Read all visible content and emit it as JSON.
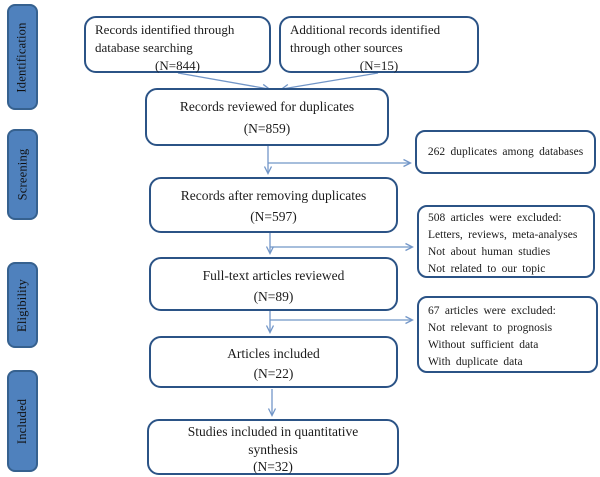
{
  "stages": {
    "identification": "Identification",
    "screening": "Screening",
    "eligibility": "Eligibility",
    "included": "Included"
  },
  "flow": {
    "box_db_search": {
      "l1": "Records identified through",
      "l2": "database searching",
      "n": "(N=844)"
    },
    "box_other_src": {
      "l1": "Additional records identified",
      "l2": "through other sources",
      "n": "(N=15)"
    },
    "box_reviewed": {
      "l1": "Records reviewed for duplicates",
      "n": "(N=859)"
    },
    "box_after_dup": {
      "l1": "Records after removing duplicates",
      "n": "(N=597)"
    },
    "box_fulltext": {
      "l1": "Full-text articles reviewed",
      "n": "(N=89)"
    },
    "box_included": {
      "l1": "Articles included",
      "n": "(N=22)"
    },
    "box_synthesis": {
      "l1": "Studies included in quantitative",
      "l2": "synthesis",
      "n": "(N=32)"
    }
  },
  "side": {
    "duplicates": {
      "l1": "262 duplicates among databases"
    },
    "excluded_508": {
      "l1": "508 articles were excluded:",
      "l2": "Letters, reviews, meta-analyses",
      "l3": "Not about human studies",
      "l4": "Not related to our topic"
    },
    "excluded_67": {
      "l1": "67 articles were excluded:",
      "l2": "Not relevant to prognosis",
      "l3": "Without sufficient data",
      "l4": "With duplicate data"
    }
  },
  "colors": {
    "stage_fill": "#4f81bd",
    "stage_border": "#36618f",
    "box_border": "#2b5386",
    "arrow": "#7296c8",
    "text": "#1b1b1b",
    "background": "#ffffff"
  }
}
